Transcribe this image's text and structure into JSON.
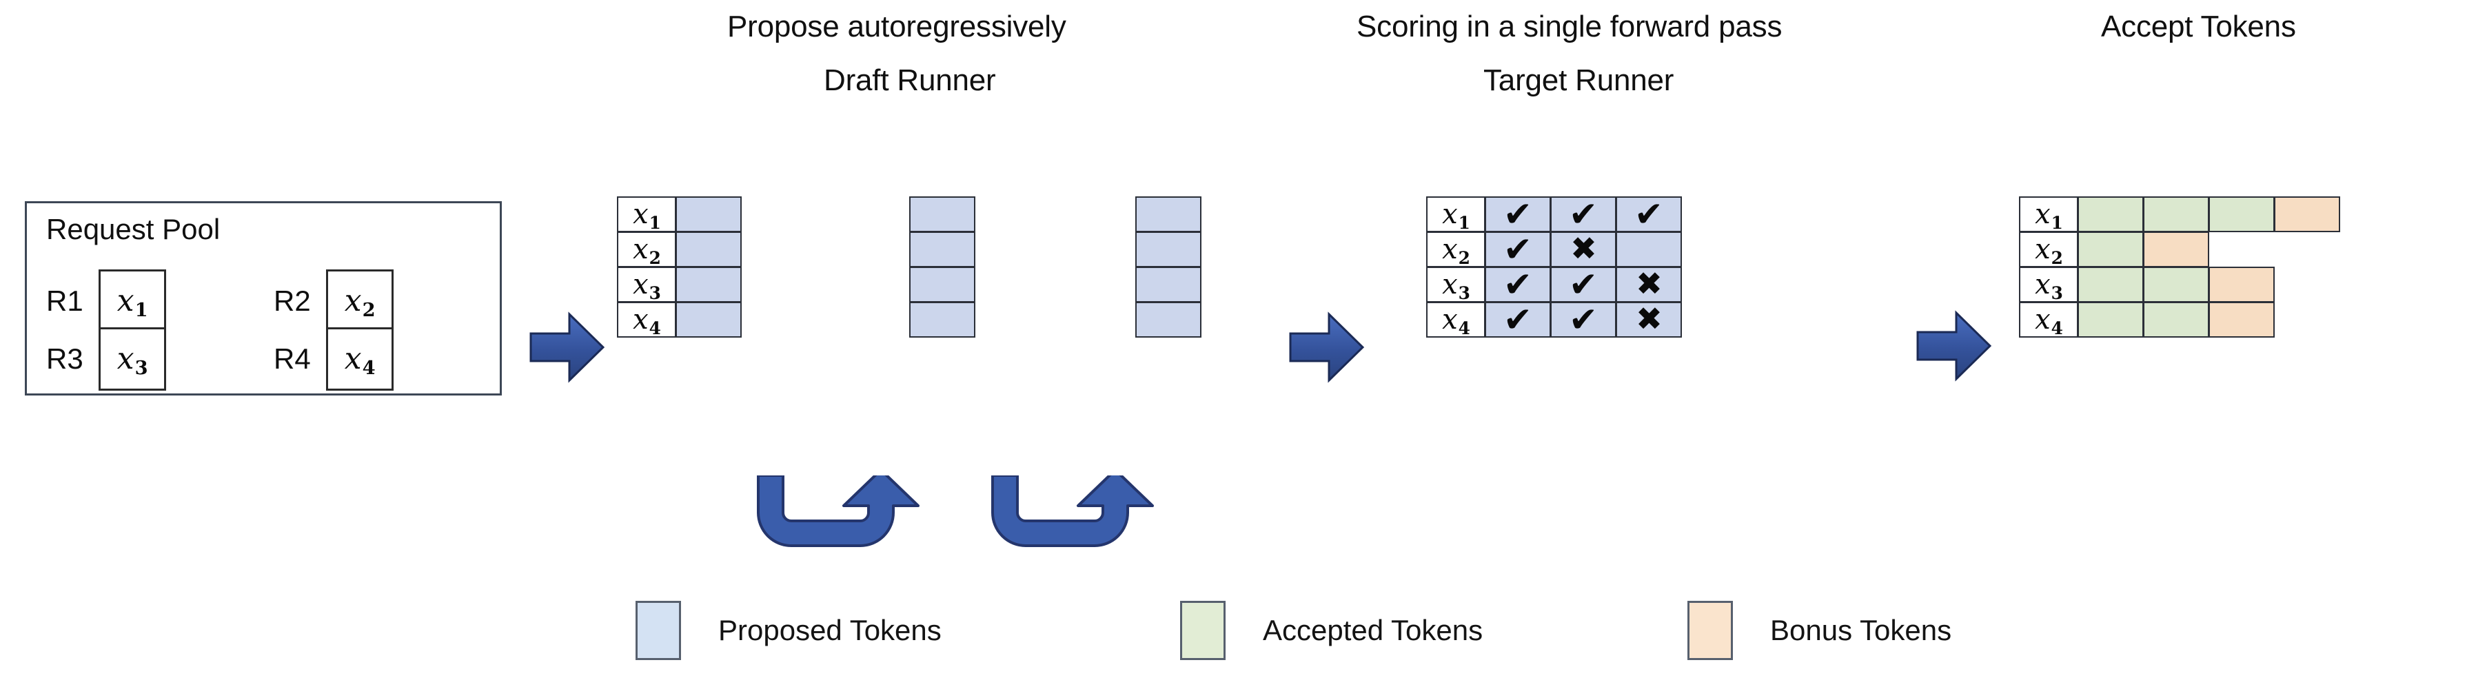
{
  "headings": {
    "propose": "Propose autoregressively",
    "draft_runner": "Draft Runner",
    "scoring": "Scoring in a single forward pass",
    "target_runner": "Target Runner",
    "accept": "Accept Tokens"
  },
  "request_pool": {
    "title": "Request Pool",
    "requests": [
      {
        "label": "R1",
        "token": "x",
        "index": "1"
      },
      {
        "label": "R2",
        "token": "x",
        "index": "2"
      },
      {
        "label": "R3",
        "token": "x",
        "index": "3"
      },
      {
        "label": "R4",
        "token": "x",
        "index": "4"
      }
    ]
  },
  "row_labels": [
    {
      "token": "x",
      "index": "1"
    },
    {
      "token": "x",
      "index": "2"
    },
    {
      "token": "x",
      "index": "3"
    },
    {
      "token": "x",
      "index": "4"
    }
  ],
  "draft_runner": {
    "steps": 3,
    "rows": 4,
    "cell_state": "proposed"
  },
  "target_runner": {
    "grid": [
      [
        "check",
        "check",
        "check"
      ],
      [
        "check",
        "cross",
        "empty"
      ],
      [
        "check",
        "check",
        "cross"
      ],
      [
        "check",
        "check",
        "cross"
      ]
    ],
    "glyphs": {
      "check": "✔",
      "cross": "✖",
      "empty": ""
    }
  },
  "accept_tokens": {
    "grid": [
      [
        "accepted",
        "accepted",
        "accepted",
        "bonus"
      ],
      [
        "accepted",
        "bonus"
      ],
      [
        "accepted",
        "accepted",
        "bonus"
      ],
      [
        "accepted",
        "accepted",
        "bonus"
      ]
    ]
  },
  "legend": [
    {
      "swatch": "blue",
      "label": "Proposed Tokens"
    },
    {
      "swatch": "green",
      "label": "Accepted Tokens"
    },
    {
      "swatch": "orange",
      "label": "Bonus Tokens"
    }
  ],
  "colors": {
    "proposed": "#ccd6ec",
    "accepted": "#dbe8cf",
    "bonus": "#f7ddc3",
    "arrow_blue": "#3a5dab",
    "arrow_blue_dark": "#20326b",
    "grid_stroke": "#2b2f38"
  }
}
